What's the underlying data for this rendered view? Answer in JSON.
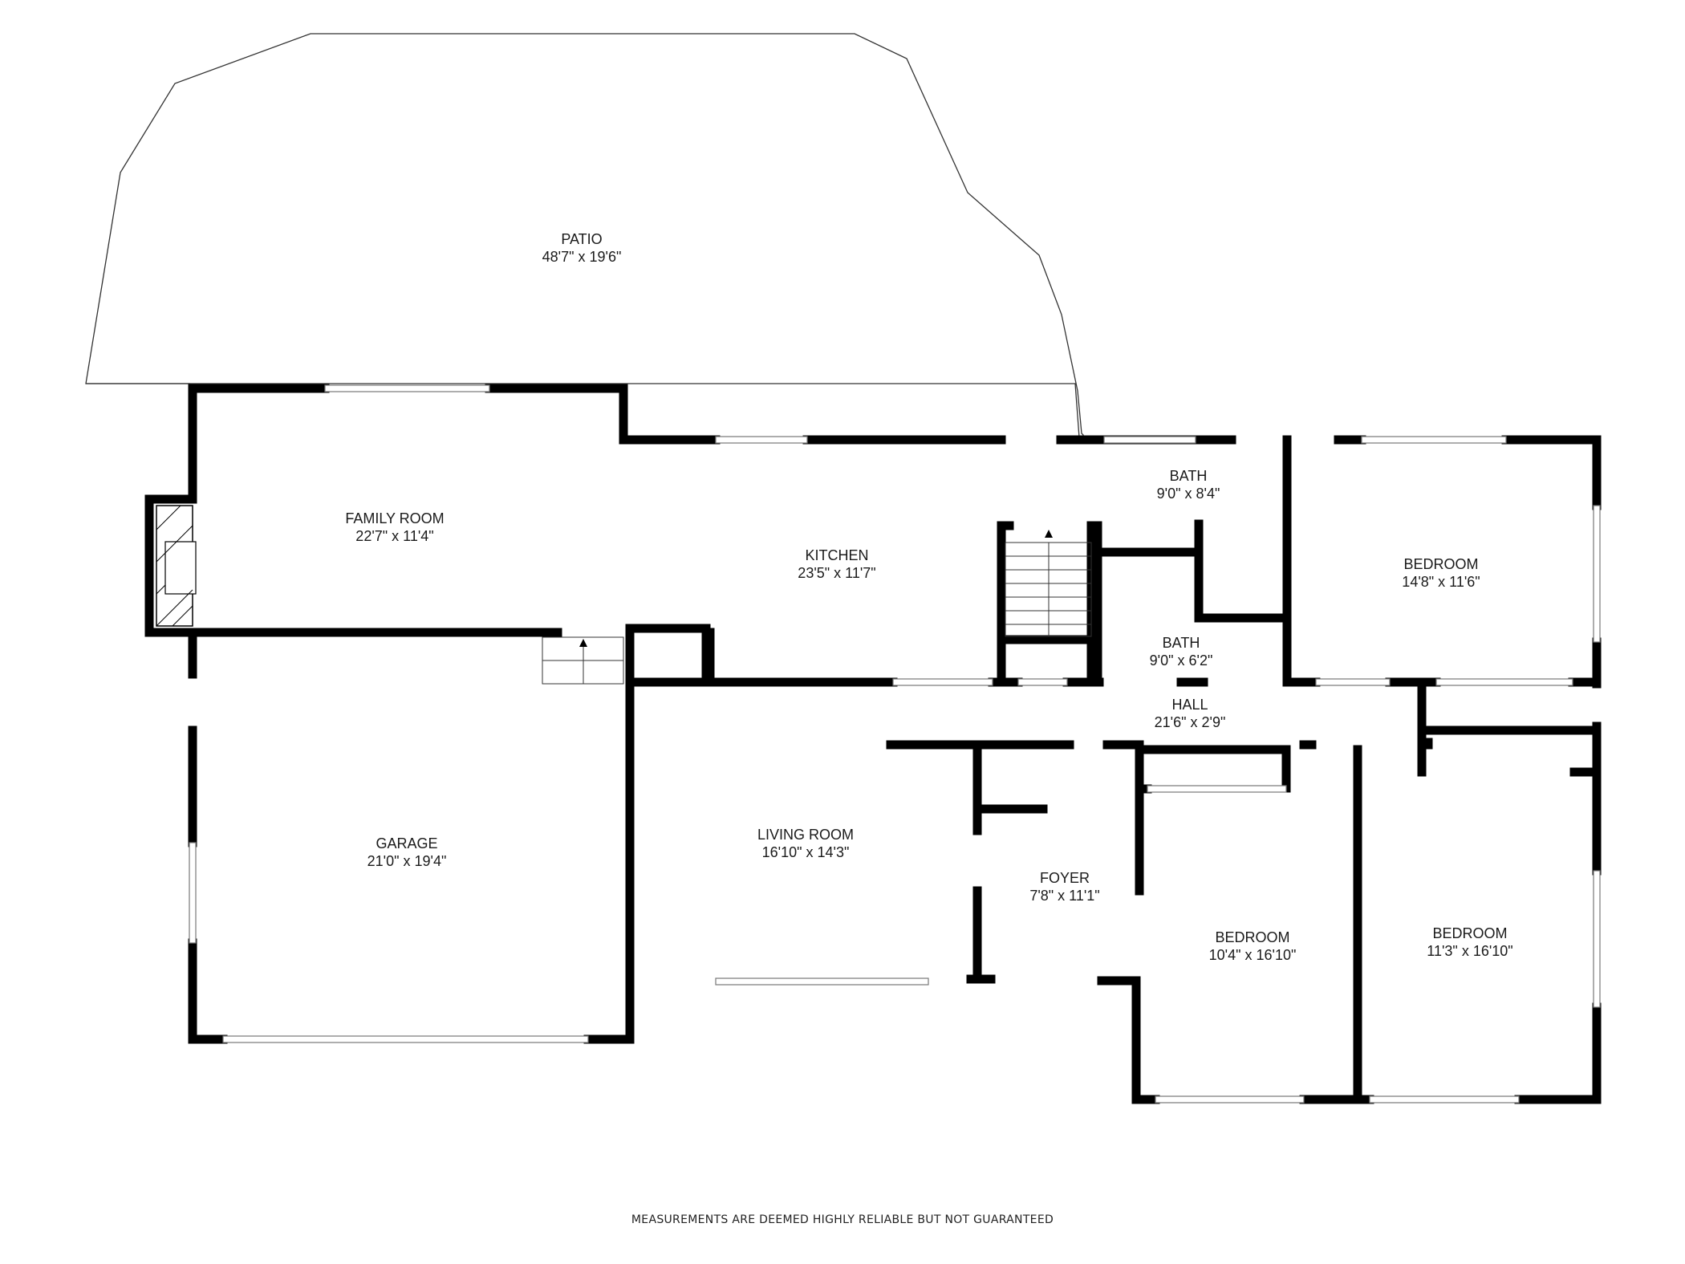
{
  "rooms": {
    "patio": {
      "name": "PATIO",
      "dims": "48'7\" x 19'6\""
    },
    "family_room": {
      "name": "FAMILY ROOM",
      "dims": "22'7\" x 11'4\""
    },
    "kitchen": {
      "name": "KITCHEN",
      "dims": "23'5\" x 11'7\""
    },
    "bath_1": {
      "name": "BATH",
      "dims": "9'0\" x 8'4\""
    },
    "bath_2": {
      "name": "BATH",
      "dims": "9'0\" x 6'2\""
    },
    "bedroom_1": {
      "name": "BEDROOM",
      "dims": "14'8\" x 11'6\""
    },
    "hall": {
      "name": "HALL",
      "dims": "21'6\" x 2'9\""
    },
    "garage": {
      "name": "GARAGE",
      "dims": "21'0\" x 19'4\""
    },
    "living_room": {
      "name": "LIVING ROOM",
      "dims": "16'10\" x 14'3\""
    },
    "foyer": {
      "name": "FOYER",
      "dims": "7'8\" x 11'1\""
    },
    "bedroom_2": {
      "name": "BEDROOM",
      "dims": "10'4\" x 16'10\""
    },
    "bedroom_3": {
      "name": "BEDROOM",
      "dims": "11'3\" x 16'10\""
    }
  },
  "disclaimer": "MEASUREMENTS ARE DEEMED HIGHLY RELIABLE BUT NOT GUARANTEED",
  "colors": {
    "wall": "#000000",
    "background": "#ffffff",
    "outline": "#333333"
  }
}
